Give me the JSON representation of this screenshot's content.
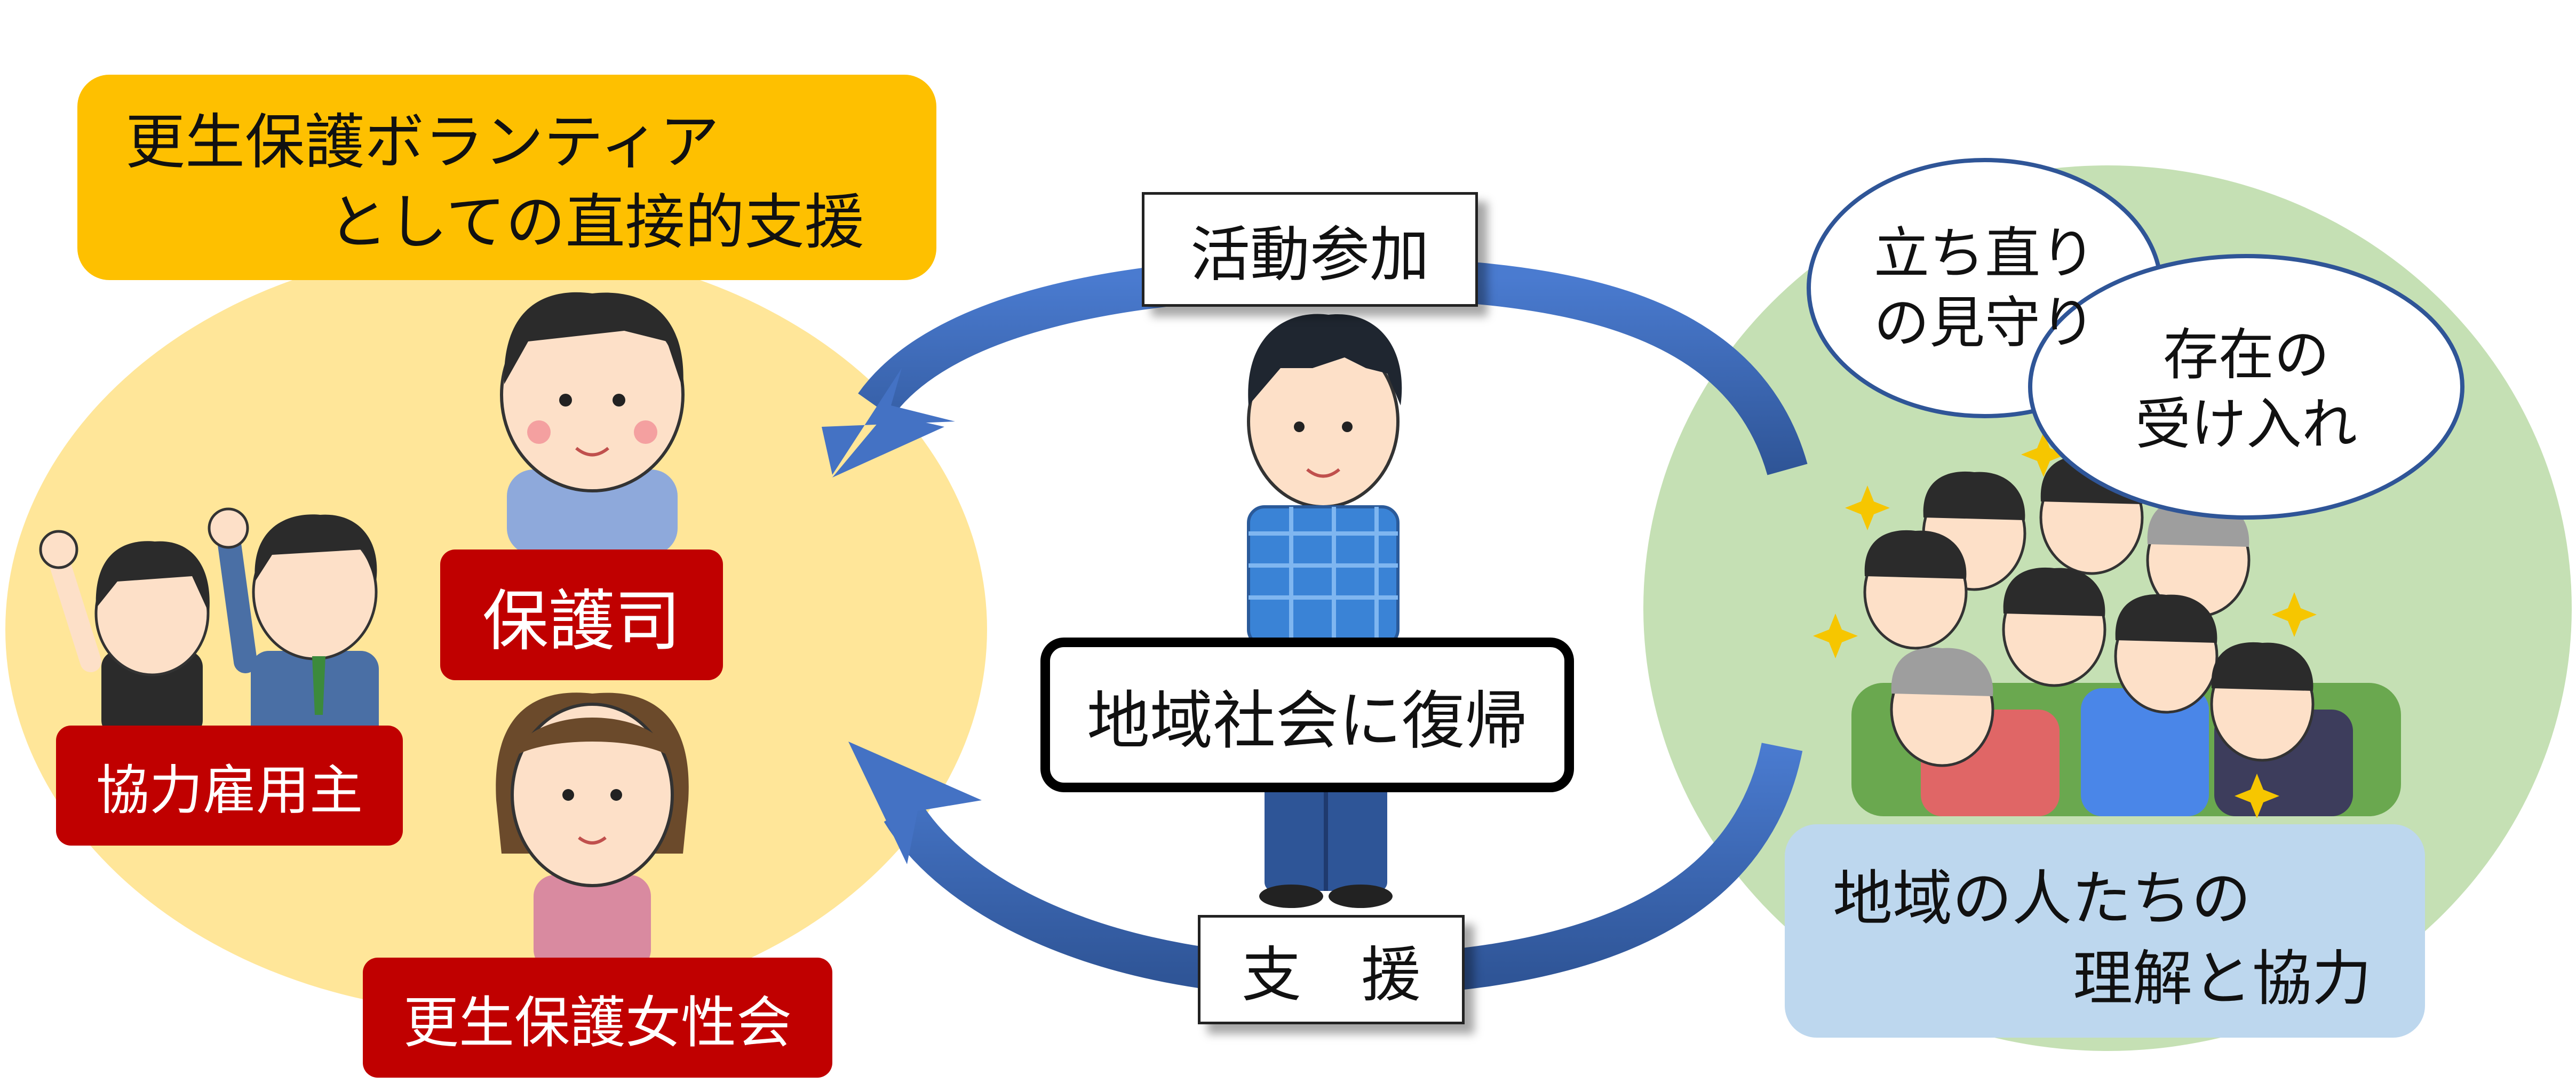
{
  "volunteer_heading": {
    "line1": "更生保護ボランティア",
    "line2": "としての直接的支援"
  },
  "roles": {
    "probation_officer": "保護司",
    "cooperating_employer": "協力雇用主",
    "women_association": "更生保護女性会"
  },
  "arrow_labels": {
    "participation": "活動参加",
    "support": "支　援"
  },
  "center": {
    "label": "地域社会に復帰"
  },
  "bubbles": {
    "watch": {
      "line1": "立ち直り",
      "line2": "の見守り"
    },
    "accept": {
      "line1": "存在の",
      "line2": "受け入れ"
    }
  },
  "community_heading": {
    "line1": "地域の人たちの",
    "line2": "理解と協力"
  },
  "colors": {
    "volunteer_area": "#ffe699",
    "heading_box": "#fec000",
    "role_label": "#c00000",
    "community_area": "#c5e0b4",
    "community_box": "#bdd7ee",
    "arrow": "#3f6fbf"
  }
}
